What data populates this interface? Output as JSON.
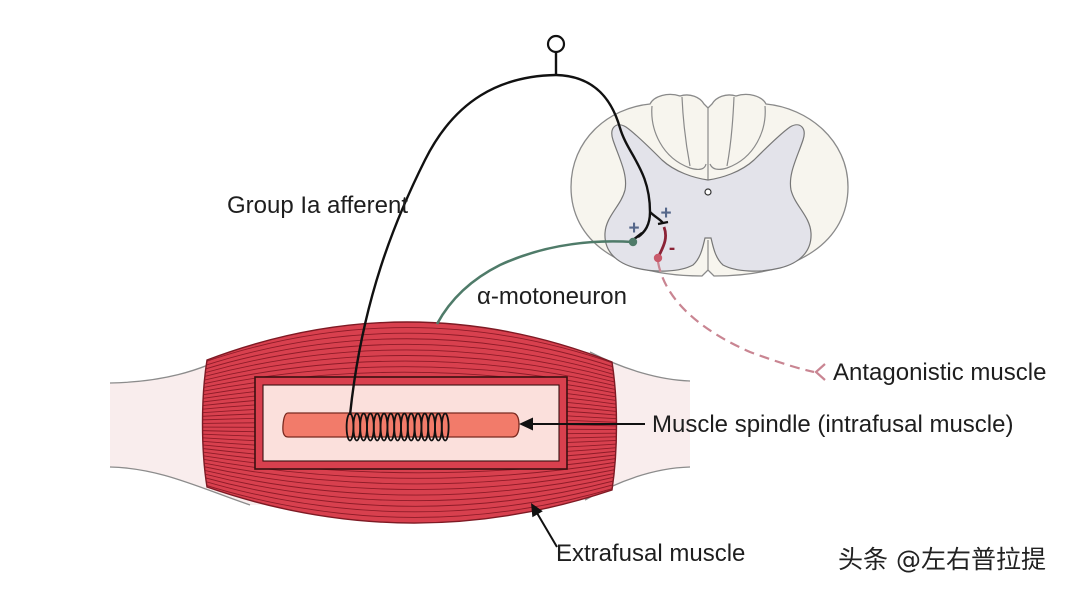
{
  "diagram": {
    "labels": {
      "group_ia_afferent": "Group Ia afferent",
      "alpha_motoneuron": "α-motoneuron",
      "antagonistic_muscle": "Antagonistic muscle",
      "muscle_spindle": "Muscle spindle (intrafusal muscle)",
      "extrafusal_muscle": "Extrafusal muscle"
    },
    "synapse_signs": {
      "motoneuron_synapse": "+",
      "interneuron_synapse": "+",
      "inhibitory_output": "-"
    }
  },
  "watermark": "头条 @左右普拉提",
  "colors": {
    "background": "#ffffff",
    "extrafusal_muscle": "#d8404e",
    "muscle_fibers": "#8e1b28",
    "muscle_outline": "#7e1a24",
    "spindle": "#f27b6a",
    "spindle_window": "#fbe0dc",
    "connective_tissue": "#f9eded",
    "afferent": "#111111",
    "motoneuron": "#4f7b69",
    "interneuron": "#8b2336",
    "antagonist_pathway": "#c98592",
    "gray_matter": "#e3e3ea",
    "white_matter": "#f7f5ee",
    "excitatory_sign": "#55678a",
    "inhibitory_sign": "#8b2336"
  }
}
